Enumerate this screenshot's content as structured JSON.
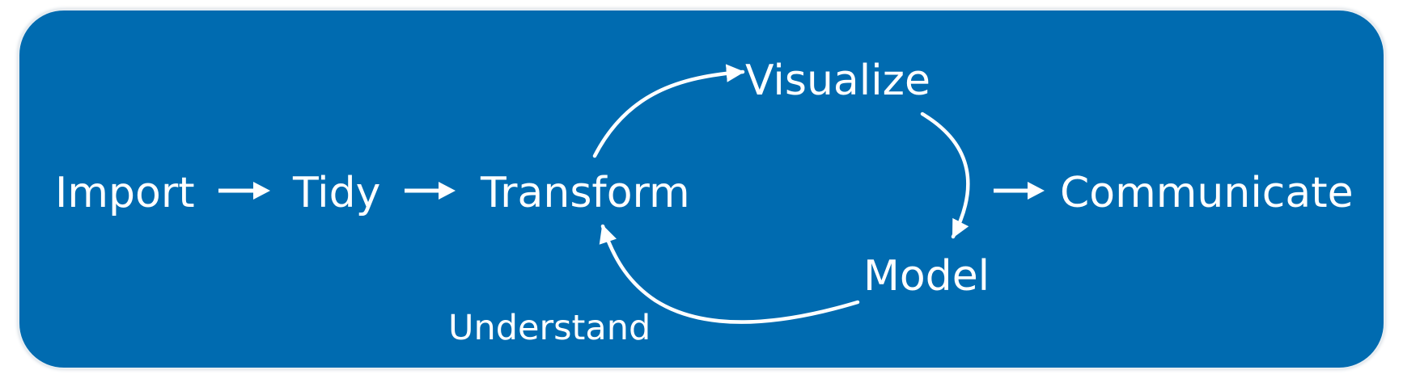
{
  "diagram": {
    "nodes": {
      "import": "Import",
      "tidy": "Tidy",
      "transform": "Transform",
      "visualize": "Visualize",
      "model": "Model",
      "communicate": "Communicate"
    },
    "cycle_label": "Understand"
  },
  "colors": {
    "panel": "#006bb0",
    "text": "#ffffff",
    "background": "#ffffff"
  }
}
